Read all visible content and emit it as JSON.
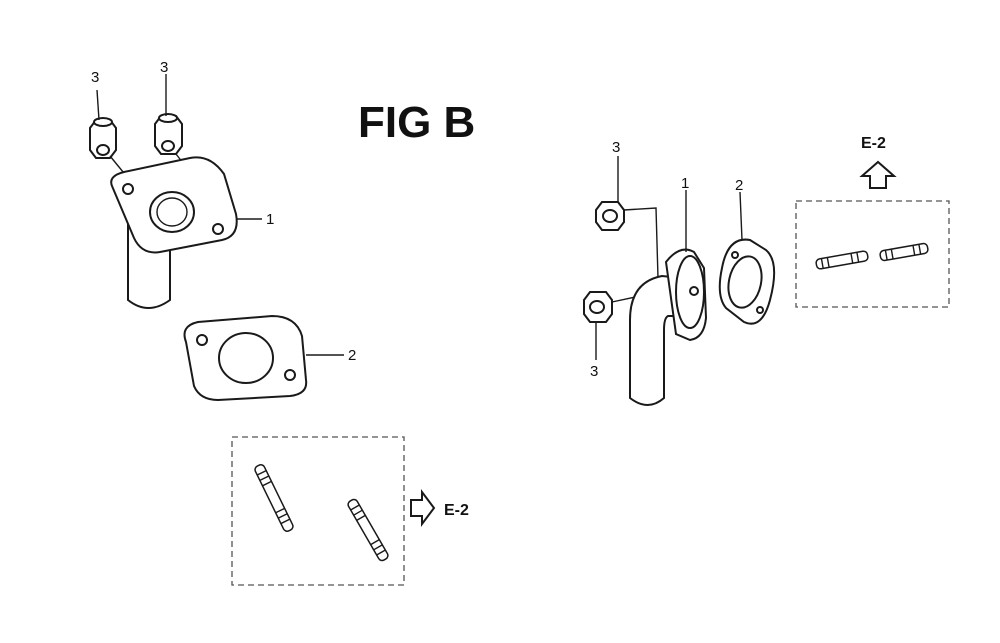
{
  "diagram": {
    "title": "FIG B",
    "callouts": {
      "left_bolt_a": "3",
      "left_bolt_b": "3",
      "left_elbow": "1",
      "left_gasket": "2",
      "right_bolt_top": "3",
      "right_bolt_bottom": "3",
      "right_elbow": "1",
      "right_gasket": "2"
    },
    "references": {
      "left_stud_box": "E-2",
      "right_stud_box": "E-2"
    }
  }
}
